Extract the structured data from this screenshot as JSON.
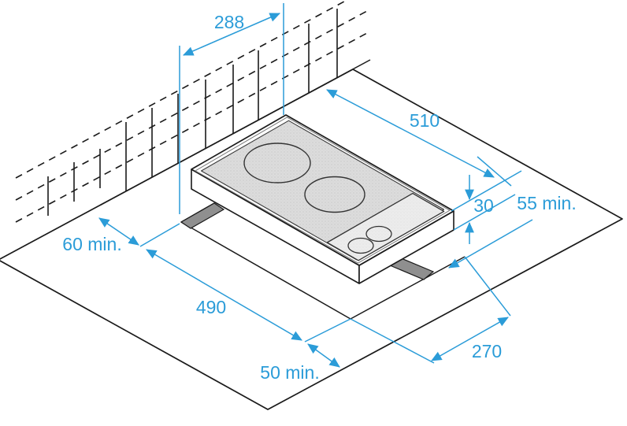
{
  "diagram": {
    "type": "installation-diagram",
    "subject": "two-burner domino built-in hob with worktop cutout",
    "dimensions": {
      "hob_width": {
        "label": "288"
      },
      "hob_length": {
        "label": "510"
      },
      "hob_depth": {
        "label": "30"
      },
      "front_clearance": {
        "label": "55 min."
      },
      "wall_clearance": {
        "label": "60 min."
      },
      "cutout_length": {
        "label": "490"
      },
      "side_clearance": {
        "label": "50 min."
      },
      "cutout_width": {
        "label": "270"
      }
    },
    "colors": {
      "dimension_blue": "#2b9cd8",
      "outline_black": "#1a1a1a",
      "glass_gray": "#dcdcdc",
      "cutout_gray": "#8f8f8f",
      "background": "#ffffff"
    }
  }
}
